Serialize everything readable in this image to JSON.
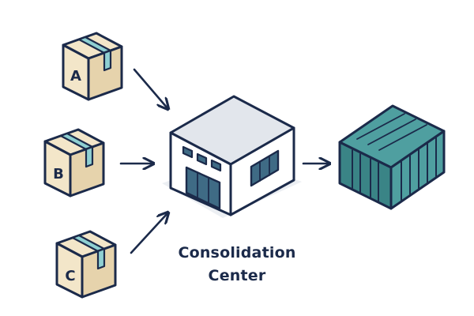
{
  "diagram": {
    "center_label": {
      "line1": "Consolidation",
      "line2": "Center"
    },
    "packages": [
      {
        "label": "A"
      },
      {
        "label": "B"
      },
      {
        "label": "C"
      }
    ],
    "icons": {
      "packages": "cardboard-box-icon",
      "warehouse": "warehouse-icon",
      "container": "shipping-container-icon",
      "arrows": "arrow-icon"
    }
  },
  "colors": {
    "outline": "#1b2a4a",
    "box_fill": "#f3e6c9",
    "box_side": "#e6d3ac",
    "tape": "#8fd0d2",
    "warehouse_roof": "#e2e6ec",
    "warehouse_wall": "#ffffff",
    "warehouse_windows": "#3f6b85",
    "container_teal": "#4f9fa0",
    "container_dark": "#3a8486",
    "shadow": "#eceff3",
    "label": "#1b2a4a"
  }
}
